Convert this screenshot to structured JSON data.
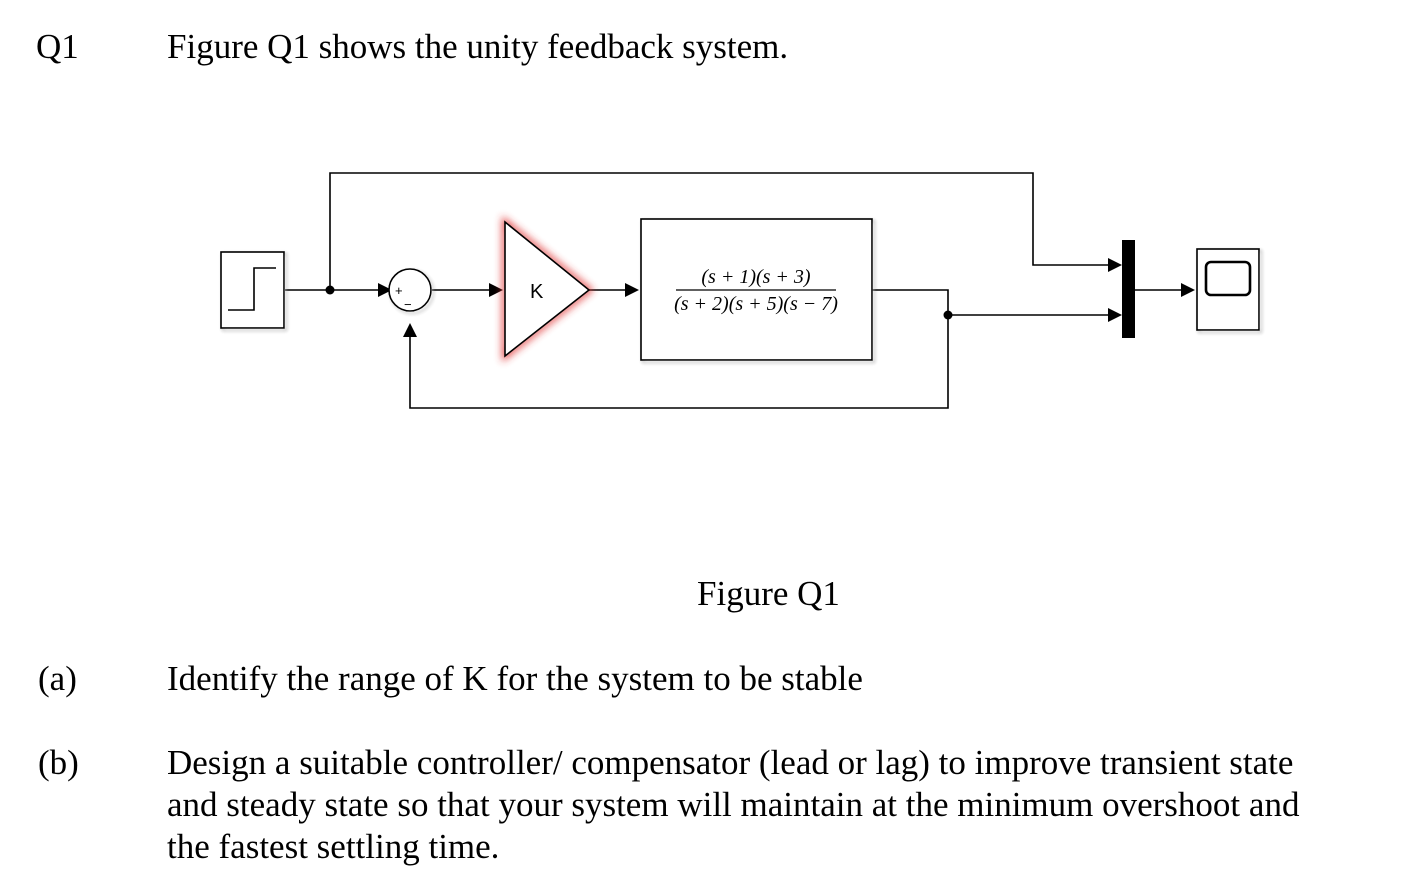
{
  "question": {
    "number": "Q1",
    "intro": "Figure Q1 shows the unity feedback system."
  },
  "figure": {
    "caption": "Figure Q1",
    "gain_label": "K",
    "transfer_function": {
      "numerator": "(s + 1)(s + 3)",
      "denominator": "(s + 2)(s + 5)(s − 7)"
    },
    "sum_signs": {
      "plus": "+",
      "minus": "−"
    }
  },
  "parts": [
    {
      "label": "(a)",
      "text": "Identify the range of K for the system to be stable"
    },
    {
      "label": "(b)",
      "lines": [
        "Design a suitable controller/ compensator (lead or lag) to improve transient state",
        "and steady state so that your system will maintain at the minimum overshoot and",
        "the fastest settling time."
      ]
    }
  ]
}
